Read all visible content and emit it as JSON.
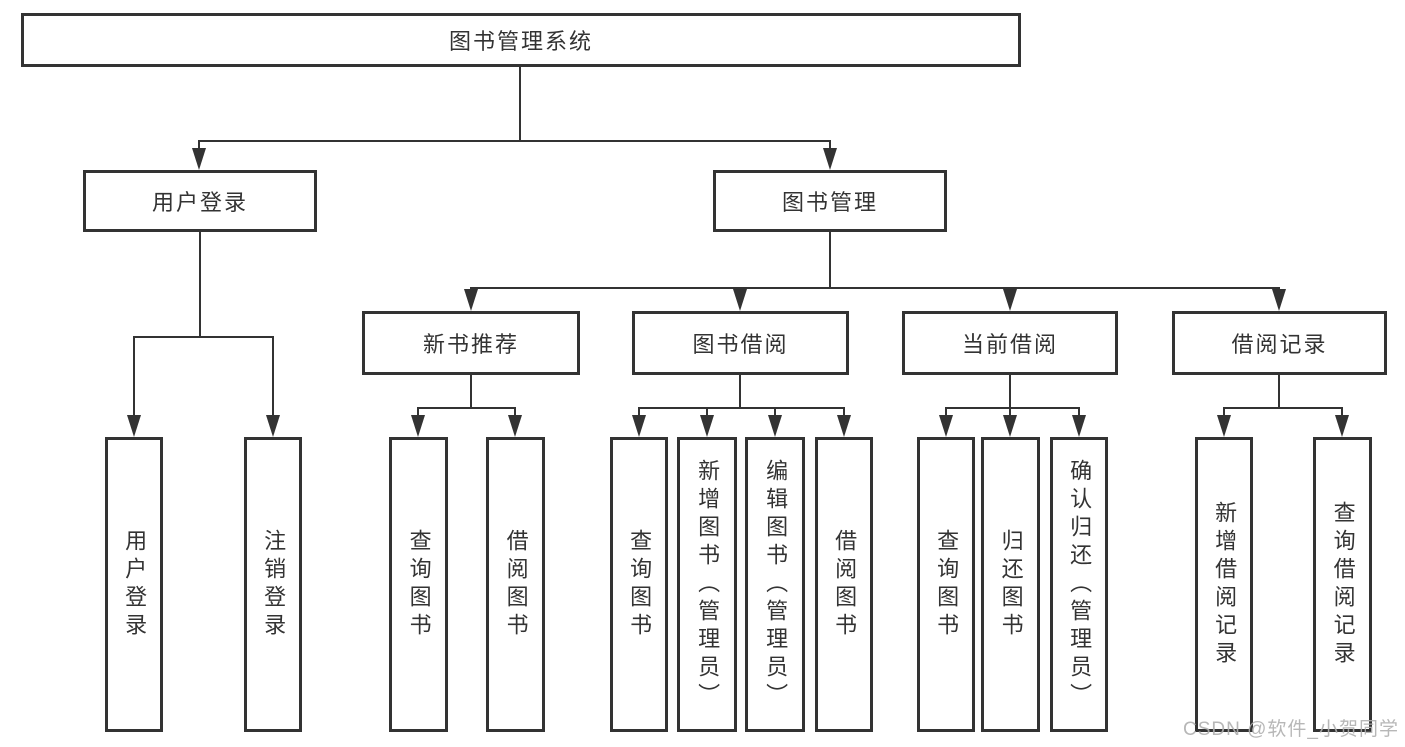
{
  "colors": {
    "line": "#333333",
    "text": "#333333",
    "background": "#ffffff",
    "watermark": "#b0b0b0"
  },
  "watermark": {
    "text": "CSDN @软件_小贺同学"
  },
  "tree": {
    "root": {
      "label": "图书管理系统"
    },
    "branches": [
      {
        "label": "用户登录",
        "children": [
          {
            "label": "用户登录"
          },
          {
            "label": "注销登录"
          }
        ]
      },
      {
        "label": "图书管理",
        "children": [
          {
            "label": "新书推荐",
            "children": [
              {
                "label": "查询图书"
              },
              {
                "label": "借阅图书"
              }
            ]
          },
          {
            "label": "图书借阅",
            "children": [
              {
                "label": "查询图书"
              },
              {
                "label": "新增图书（管理员）"
              },
              {
                "label": "编辑图书（管理员）"
              },
              {
                "label": "借阅图书"
              }
            ]
          },
          {
            "label": "当前借阅",
            "children": [
              {
                "label": "查询图书"
              },
              {
                "label": "归还图书"
              },
              {
                "label": "确认归还（管理员）"
              }
            ]
          },
          {
            "label": "借阅记录",
            "children": [
              {
                "label": "新增借阅记录"
              },
              {
                "label": "查询借阅记录"
              }
            ]
          }
        ]
      }
    ]
  }
}
